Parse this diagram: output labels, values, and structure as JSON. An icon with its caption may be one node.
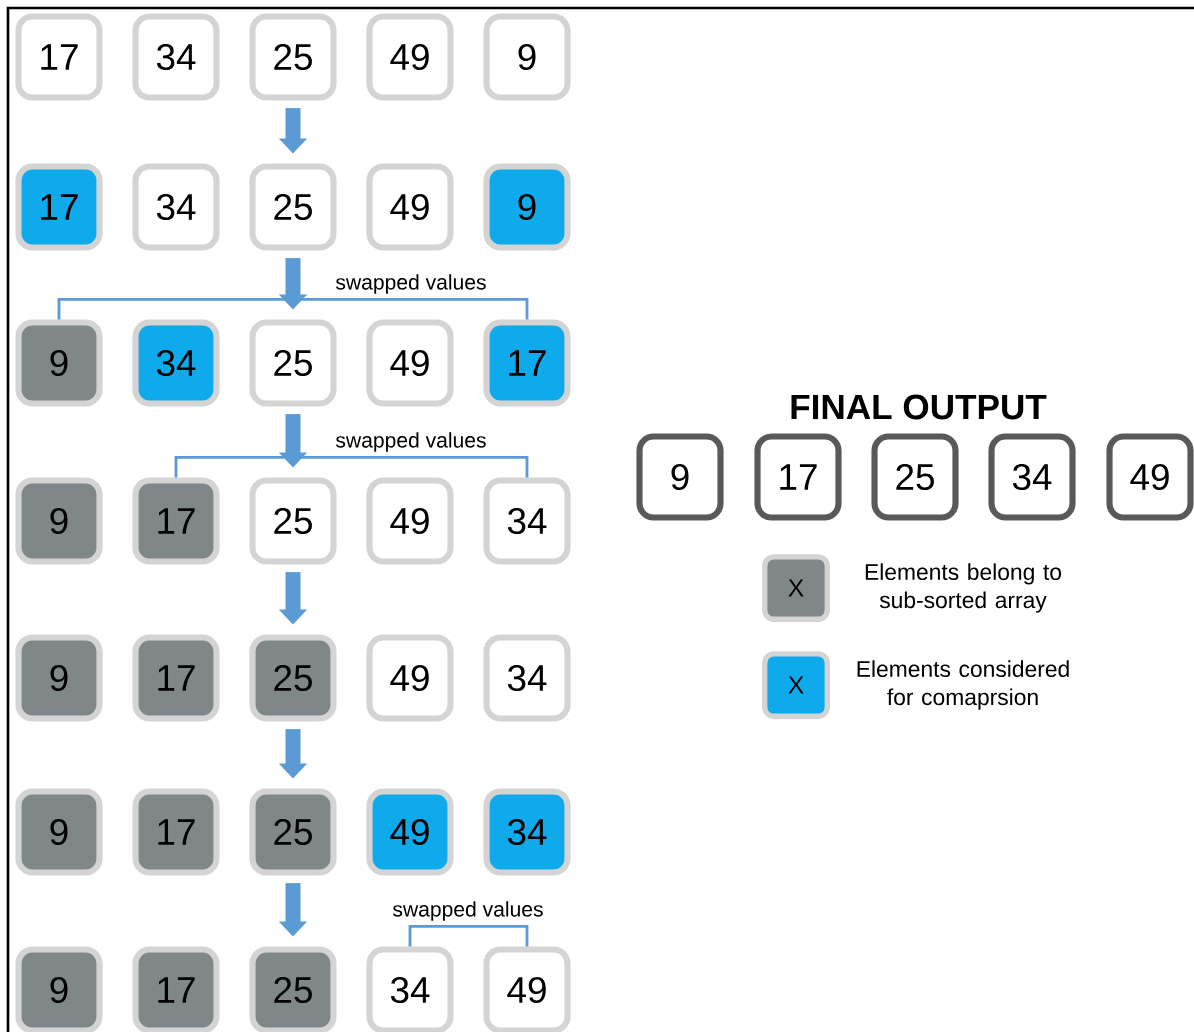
{
  "diagram": {
    "nodes": [
      {
        "text": [
          "17"
        ]
      },
      {
        "text": [
          "34"
        ]
      },
      {
        "text": [
          "25"
        ]
      },
      {
        "text": [
          "49"
        ]
      },
      {
        "text": [
          "9"
        ]
      },
      {
        "text": [
          "17"
        ]
      },
      {
        "text": [
          "34"
        ]
      },
      {
        "text": [
          "25"
        ]
      },
      {
        "text": [
          "49"
        ]
      },
      {
        "text": [
          "9"
        ]
      },
      {
        "text": [
          "9"
        ]
      },
      {
        "text": [
          "34"
        ]
      },
      {
        "text": [
          "25"
        ]
      },
      {
        "text": [
          "49"
        ]
      },
      {
        "text": [
          "17"
        ]
      },
      {
        "text": [
          "9"
        ]
      },
      {
        "text": [
          "17"
        ]
      },
      {
        "text": [
          "25"
        ]
      },
      {
        "text": [
          "49"
        ]
      },
      {
        "text": [
          "34"
        ]
      },
      {
        "text": [
          "9"
        ]
      },
      {
        "text": [
          "17"
        ]
      },
      {
        "text": [
          "25"
        ]
      },
      {
        "text": [
          "49"
        ]
      },
      {
        "text": [
          "34"
        ]
      },
      {
        "text": [
          "9"
        ]
      },
      {
        "text": [
          "17"
        ]
      },
      {
        "text": [
          "25"
        ]
      },
      {
        "text": [
          "49"
        ]
      },
      {
        "text": [
          "34"
        ]
      },
      {
        "text": [
          "9"
        ]
      },
      {
        "text": [
          "17"
        ]
      },
      {
        "text": [
          "25"
        ]
      },
      {
        "text": [
          "34"
        ]
      },
      {
        "text": [
          "49"
        ]
      },
      {
        "text": [
          "9"
        ]
      },
      {
        "text": [
          "17"
        ]
      },
      {
        "text": [
          "25"
        ]
      },
      {
        "text": [
          "34"
        ]
      },
      {
        "text": [
          "49"
        ]
      }
    ],
    "edges": [
      {
        "from": 2,
        "to": 7,
        "arrow": "to"
      },
      {
        "from": 7,
        "to": 12,
        "arrow": "to"
      },
      {
        "from": 10,
        "to": 14,
        "arrow": "none",
        "label": "swapped values"
      },
      {
        "from": 12,
        "to": 17,
        "arrow": "to"
      },
      {
        "from": 16,
        "to": 19,
        "arrow": "none",
        "label": "swapped values"
      },
      {
        "from": 17,
        "to": 22,
        "arrow": "to"
      },
      {
        "from": 22,
        "to": 27,
        "arrow": "to"
      },
      {
        "from": 27,
        "to": 32,
        "arrow": "to"
      },
      {
        "from": 33,
        "to": 34,
        "arrow": "none",
        "label": "swapped values"
      }
    ],
    "labels": [
      "FINAL OUTPUT",
      "X",
      "X"
    ],
    "legend": [
      {
        "text": "Elements belong to sub-sorted array",
        "color": "#7f8789"
      },
      {
        "text": "Elements considered for comaprsion",
        "color": "#0eaaeb"
      }
    ]
  }
}
